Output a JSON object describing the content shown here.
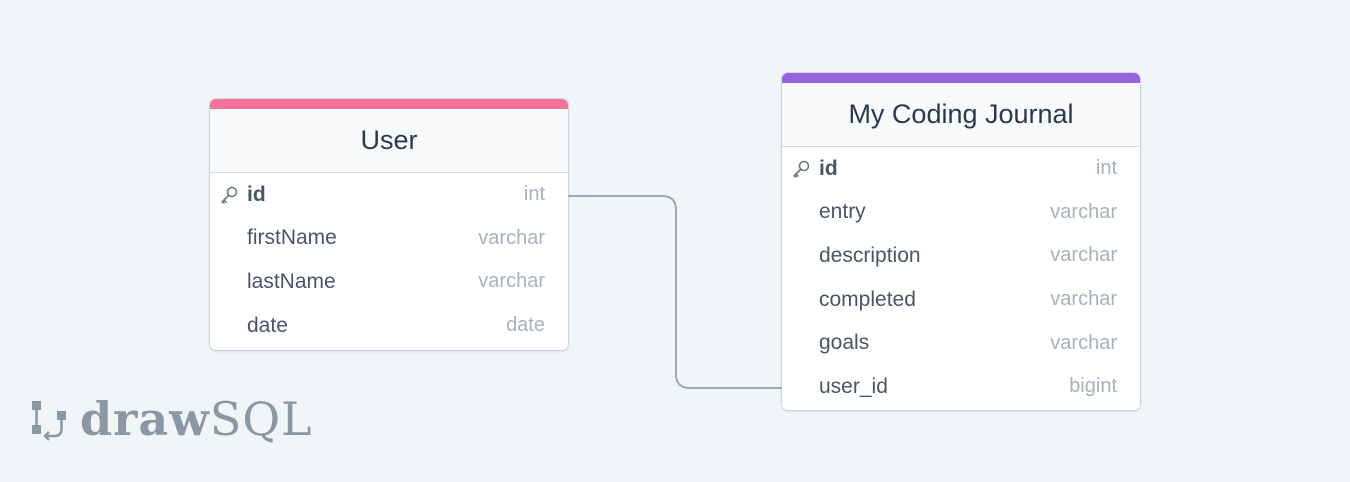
{
  "tables": [
    {
      "title": "User",
      "accent": "#f5719a",
      "columns": [
        {
          "name": "id",
          "type": "int",
          "primary_key": true
        },
        {
          "name": "firstName",
          "type": "varchar",
          "primary_key": false
        },
        {
          "name": "lastName",
          "type": "varchar",
          "primary_key": false
        },
        {
          "name": "date",
          "type": "date",
          "primary_key": false
        }
      ]
    },
    {
      "title": "My Coding Journal",
      "accent": "#9463e0",
      "columns": [
        {
          "name": "id",
          "type": "int",
          "primary_key": true
        },
        {
          "name": "entry",
          "type": "varchar",
          "primary_key": false
        },
        {
          "name": "description",
          "type": "varchar",
          "primary_key": false
        },
        {
          "name": "completed",
          "type": "varchar",
          "primary_key": false
        },
        {
          "name": "goals",
          "type": "varchar",
          "primary_key": false
        },
        {
          "name": "user_id",
          "type": "bigint",
          "primary_key": false
        }
      ]
    }
  ],
  "relation": {
    "from": "User.id",
    "to": "My Coding Journal.user_id"
  },
  "logo": {
    "part1": "draw",
    "part2": "SQL",
    "icon": "drawsql-logo-icon"
  }
}
